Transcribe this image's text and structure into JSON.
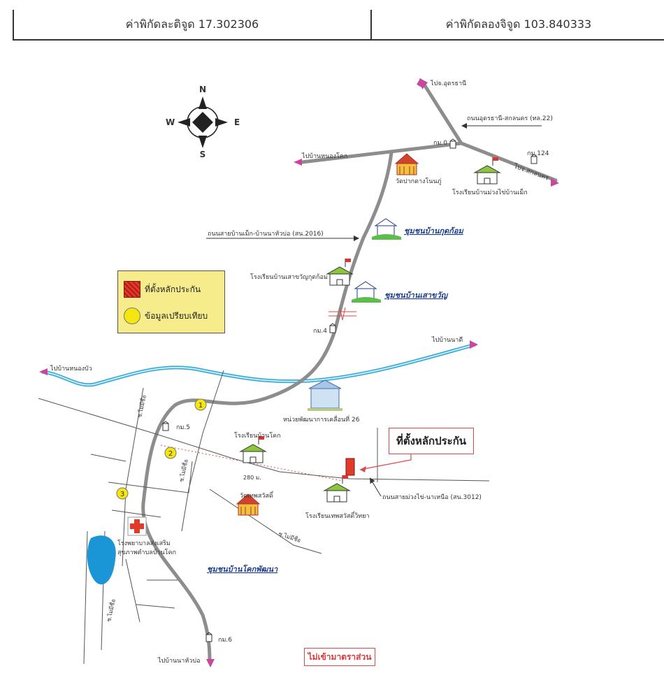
{
  "coordinates": {
    "latitude_text": "ค่าพิกัดละติจูด 17.302306",
    "longitude_text": "ค่าพิกัดลองจิจูด 103.840333"
  },
  "compass": {
    "n": "N",
    "s": "S",
    "e": "E",
    "w": "W"
  },
  "roads": {
    "udon_sakon": "ถนนอุดรธานี-สกลนคร (ทล.22)",
    "main_local": "ถนนสายบ้านเม็ก-บ้านนาหัวบ่อ (สน.2016)",
    "muang_khai": "ถนนสายม่วงไข่-นาเหนือ (สน.3012)"
  },
  "directions": {
    "to_udon": "ไปจ.อุดรธานี",
    "to_sakon": "ไปจ.สกลนคร",
    "to_nong_khok": "ไปบ้านหนองโคก",
    "to_na_di": "ไปบ้านนาดี",
    "to_nong_bua": "ไปบ้านหนองบัว",
    "to_na_hua_bo": "ไปบ้านนาหัวบ่อ"
  },
  "km_markers": {
    "km0": "กม.0",
    "km124": "กม.124",
    "km4": "กม.4",
    "km5": "กม.5",
    "km6": "กม.6"
  },
  "places": {
    "wat_pak": "วัดปากดางโนนภู่",
    "school_muang_khai": "โรงเรียนบ้านม่วงไข่บ้านเม็ก",
    "school_sao_khwan": "โรงเรียนบ้านเสาขวัญกุดก้อม",
    "mobile_unit": "หน่วยพัฒนาการเคลื่อนที่ 26",
    "school_khok": "โรงเรียนบ้านโคก",
    "school_thep": "โรงเรียนเทพสวัสดิ์วิทยา",
    "wat_thep": "วัดเทพสวัสดิ์",
    "hospital_line1": "โรงพยาบาลส่งเสริม",
    "hospital_line2": "สุขภาพตำบลบ้านโคก",
    "soi_mai_mi_chue": "ซ.ไม่มีชื่อ",
    "distance": "280 ม."
  },
  "communities": {
    "kut_kom": "ชุมชนบ้านกุดก้อม",
    "sao_khwan": "ชุมชนบ้านเสาขวัญ",
    "khok_phatthana": "ชุมชนบ้านโคกพัฒนา"
  },
  "comparison_points": [
    "1",
    "2",
    "3"
  ],
  "legend": {
    "site": "ที่ตั้งหลักประกัน",
    "comparison": "ข้อมูลเปรียบเทียบ"
  },
  "site_label": "ที่ตั้งหลักประกัน",
  "scale_note": "ไม่เข้ามาตราส่วน",
  "colors": {
    "road": "#9a9a9a",
    "river": "#2aa7d6",
    "arrow": "#c8479c",
    "community": "#1f3d8a"
  }
}
